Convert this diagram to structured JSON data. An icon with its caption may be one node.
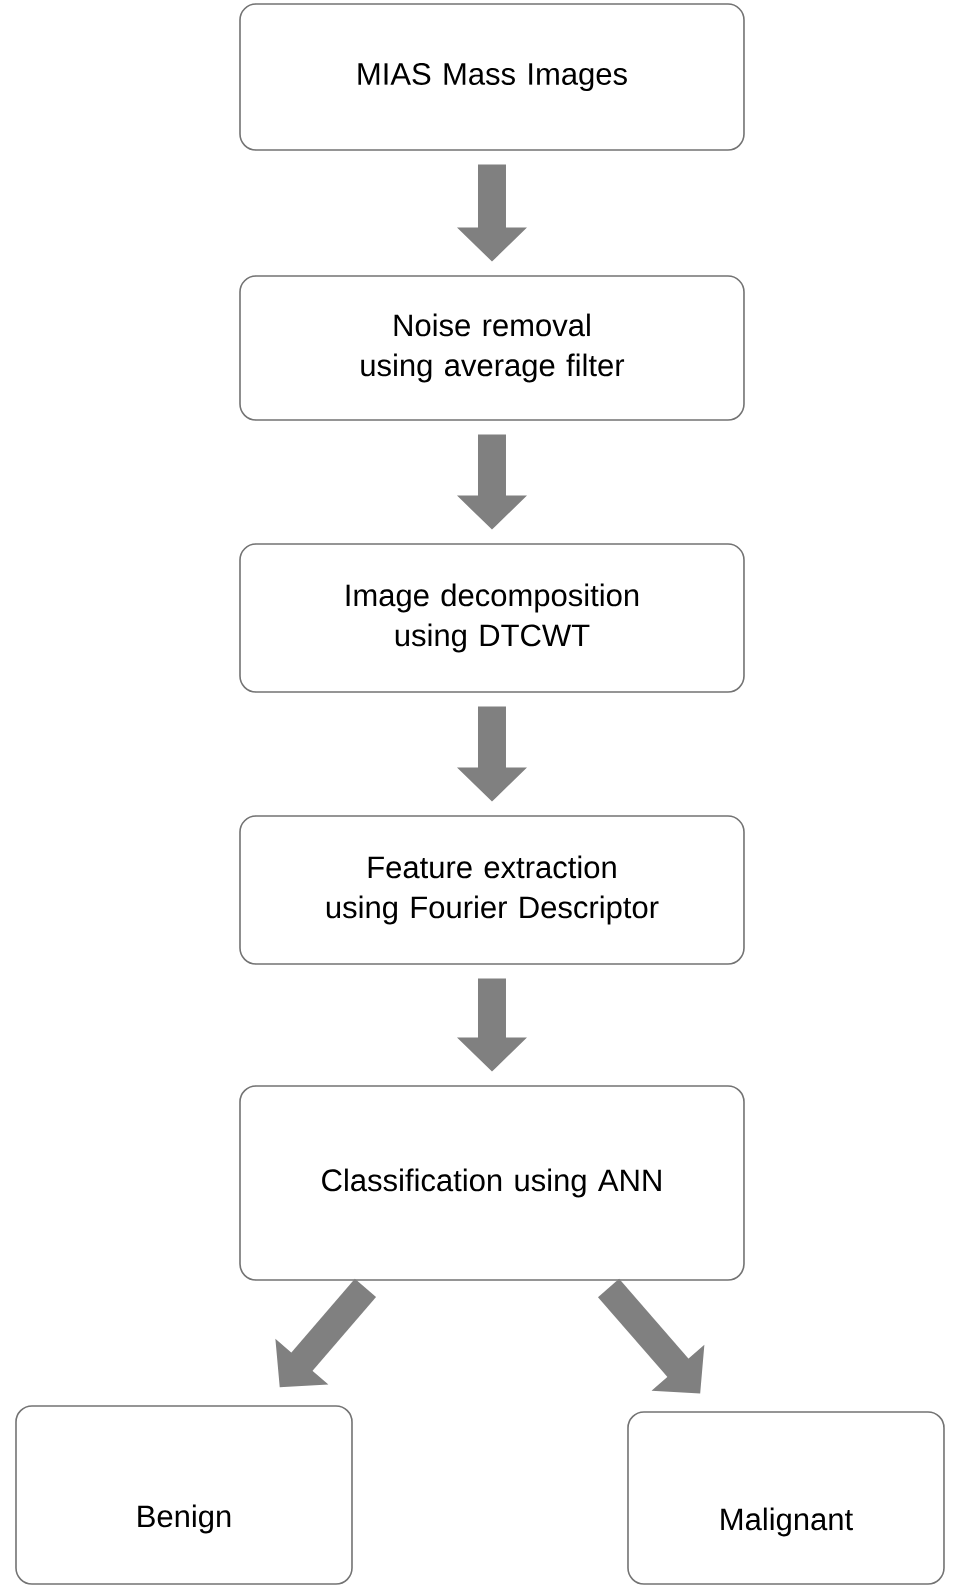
{
  "diagram": {
    "nodes": [
      {
        "text": [
          "MIAS Mass Images"
        ]
      },
      {
        "text": [
          "Noise removal using average filter"
        ]
      },
      {
        "text": [
          "Image decomposition using DTCWT"
        ]
      },
      {
        "text": [
          "Feature extraction using Fourier Descriptor"
        ]
      },
      {
        "text": [
          "Classification using ANN"
        ]
      },
      {
        "text": [
          "Benign"
        ]
      },
      {
        "text": [
          "Malignant"
        ]
      }
    ],
    "edges": [
      {
        "from": 0,
        "to": 1,
        "arrow": "to"
      },
      {
        "from": 1,
        "to": 2,
        "arrow": "to"
      },
      {
        "from": 2,
        "to": 3,
        "arrow": "to"
      },
      {
        "from": 3,
        "to": 4,
        "arrow": "to"
      },
      {
        "from": 4,
        "to": 5,
        "arrow": "to"
      },
      {
        "from": 4,
        "to": 6,
        "arrow": "to"
      }
    ]
  }
}
